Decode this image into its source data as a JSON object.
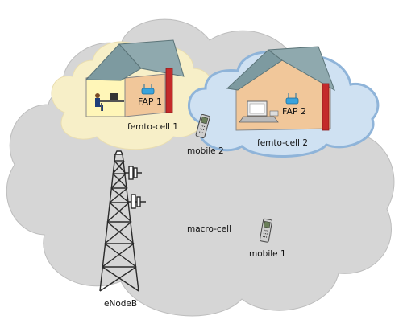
{
  "labels": {
    "fap1": "FAP 1",
    "fap2": "FAP 2",
    "femto_cell_1": "femto-cell 1",
    "femto_cell_2": "femto-cell 2",
    "mobile_2": "mobile 2",
    "macro_cell": "macro-cell",
    "mobile_1": "mobile 1",
    "enodeb": "eNodeB"
  },
  "colors": {
    "macro_cloud": "#d6d6d6",
    "femto_cloud_1": "#f7efc8",
    "femto_cloud_2": "#cfe1f2",
    "femto_cloud_2_edge": "#8fb4d9",
    "house_wall": "#f1c79a",
    "roof": "#7d9aa0",
    "chimney": "#c42a2a",
    "router": "#3aa3dc"
  },
  "icons": [
    "house-icon",
    "router-icon",
    "mobile-phone-icon",
    "antenna-tower-icon",
    "laptop-icon",
    "person-at-desk-icon"
  ]
}
